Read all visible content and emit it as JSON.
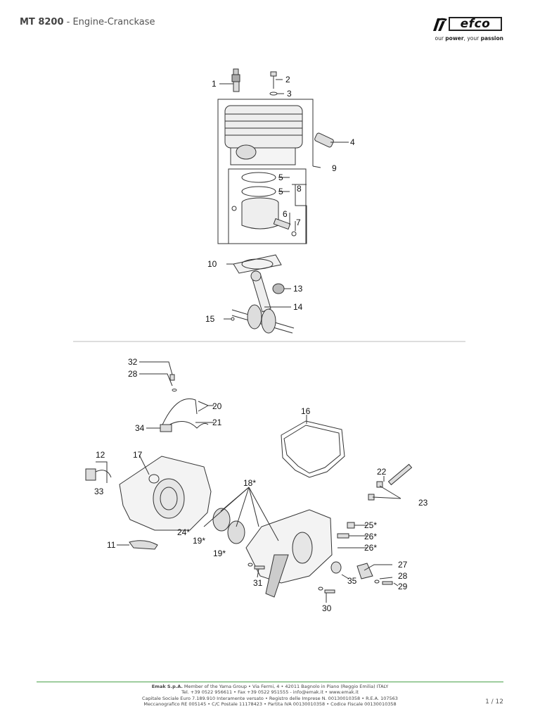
{
  "header": {
    "model": "MT 8200",
    "subtitle": " - Engine-Cranckase"
  },
  "logo": {
    "brand": "efco",
    "tagline_prefix": "our ",
    "tagline_power": "power",
    "tagline_suffix": ", your ",
    "tagline_passion": "passion"
  },
  "diagram": {
    "top_labels": [
      "1",
      "2",
      "3",
      "4",
      "5",
      "5",
      "6",
      "7",
      "8",
      "9",
      "10",
      "13",
      "14",
      "15"
    ],
    "bottom_labels": [
      "32",
      "28",
      "20",
      "21",
      "34",
      "16",
      "12",
      "17",
      "33",
      "18*",
      "22",
      "23",
      "25*",
      "26*",
      "26*",
      "24*",
      "19*",
      "19*",
      "11",
      "27",
      "28",
      "29",
      "35",
      "31",
      "30"
    ]
  },
  "footer": {
    "line1_bold": "Emak S.p.A.",
    "line1": " Member of the Yama Group • Via Fermi, 4 • 42011 Bagnolo in Piano (Reggio Emilia) ITALY",
    "line2": "Tel. +39 0522 956611 • Fax +39 0522 951555 - info@emak.it • www.emak.it",
    "line3": "Capitale Sociale Euro 7.189.910 Interamente versato • Registro delle Imprese N. 00130010358 • R.E.A. 107563",
    "line4": "Meccanografico RE 005145 • C/C Postale 11178423 • Partita IVA 00130010358 • Codice Fiscale 00130010358",
    "page": "1 / 12"
  }
}
